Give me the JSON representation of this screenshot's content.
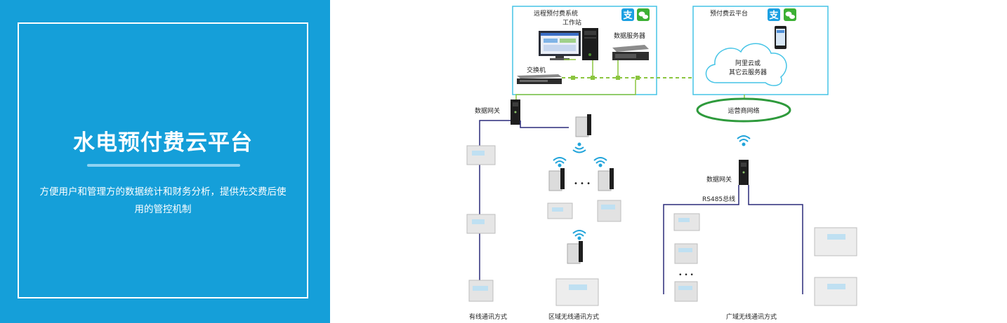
{
  "hero": {
    "title": "水电预付费云平台",
    "description": "方便用户和管理方的数据统计和财务分析，提供先交费后使用的管控机制"
  },
  "diagram": {
    "remote_system": {
      "title": "远程预付费系统",
      "workstation": "工作站",
      "data_server": "数据服务器",
      "switch": "交换机"
    },
    "cloud_platform": {
      "title": "预付费云平台",
      "cloud": [
        "阿里云或",
        "其它云服务器"
      ]
    },
    "carrier_network": "运营商网络",
    "gateway_left": "数据网关",
    "gateway_right": "数据网关",
    "rs485": "RS485总线",
    "ellipsis": "• • •",
    "section_wired": "有线通讯方式",
    "section_local_wireless": "区域无线通讯方式",
    "section_wide_wireless": "广域无线通讯方式",
    "payment_icons": [
      "alipay-icon",
      "wechat-icon"
    ],
    "colors": {
      "brand_blue": "#159fd9",
      "bus_navy": "#2a2a7a",
      "dash_green": "#8bc53f",
      "carrier_ring": "#2e9a3c",
      "box_border": "#45c4e6",
      "wifi": "#1fa3da"
    }
  }
}
